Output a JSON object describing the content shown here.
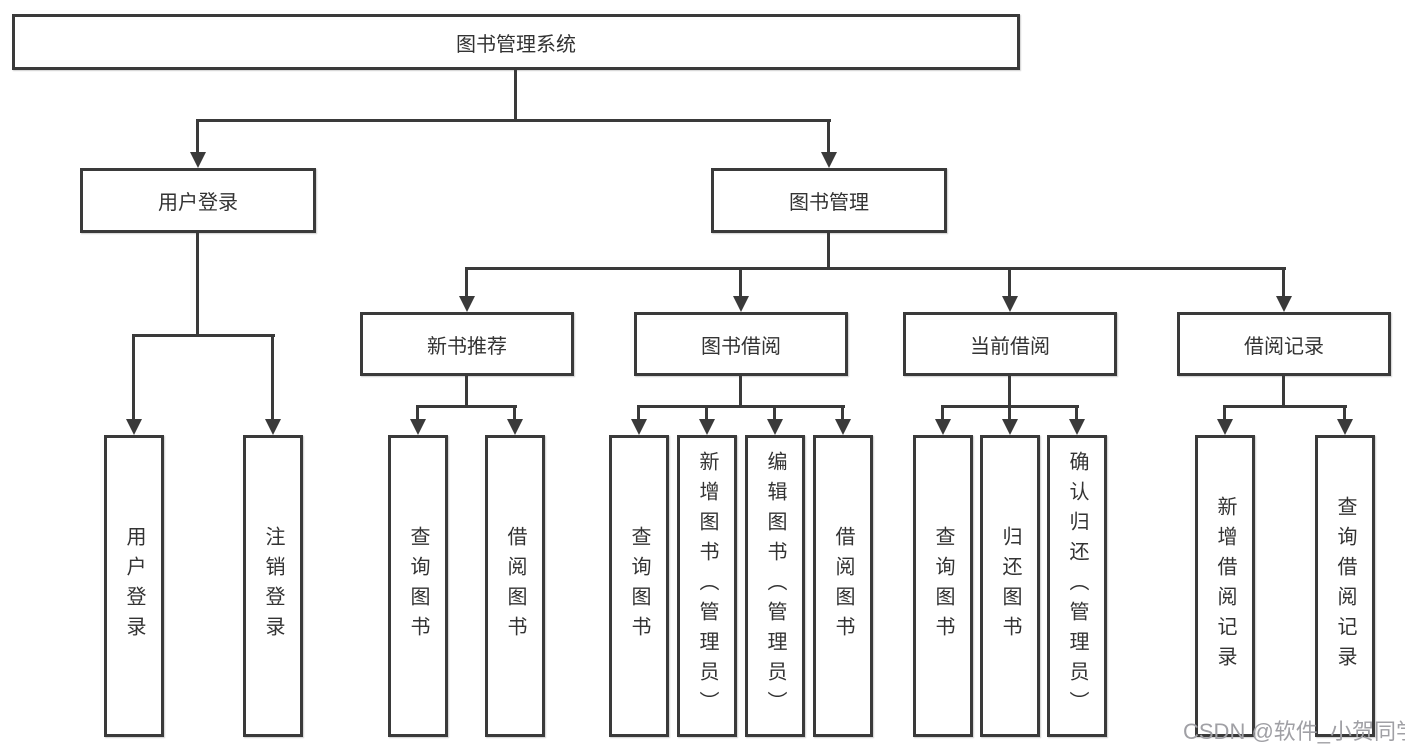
{
  "tree": {
    "root": {
      "label": "图书管理系统"
    },
    "branches": [
      {
        "label": "用户登录",
        "leaves": [
          {
            "label": "用户登录"
          },
          {
            "label": "注销登录"
          }
        ]
      },
      {
        "label": "图书管理",
        "children": [
          {
            "label": "新书推荐",
            "leaves": [
              {
                "label": "查询图书"
              },
              {
                "label": "借阅图书"
              }
            ]
          },
          {
            "label": "图书借阅",
            "leaves": [
              {
                "label": "查询图书"
              },
              {
                "label": "新增图书（管理员）"
              },
              {
                "label": "编辑图书（管理员）"
              },
              {
                "label": "借阅图书"
              }
            ]
          },
          {
            "label": "当前借阅",
            "leaves": [
              {
                "label": "查询图书"
              },
              {
                "label": "归还图书"
              },
              {
                "label": "确认归还（管理员）"
              }
            ]
          },
          {
            "label": "借阅记录",
            "leaves": [
              {
                "label": "新增借阅记录"
              },
              {
                "label": "查询借阅记录"
              }
            ]
          }
        ]
      }
    ]
  },
  "watermark": "CSDN @软件_小贺同学",
  "colors": {
    "line": "#3a3a3a",
    "text": "#333333",
    "watermark": "#a0a0a5",
    "background": "#ffffff"
  }
}
